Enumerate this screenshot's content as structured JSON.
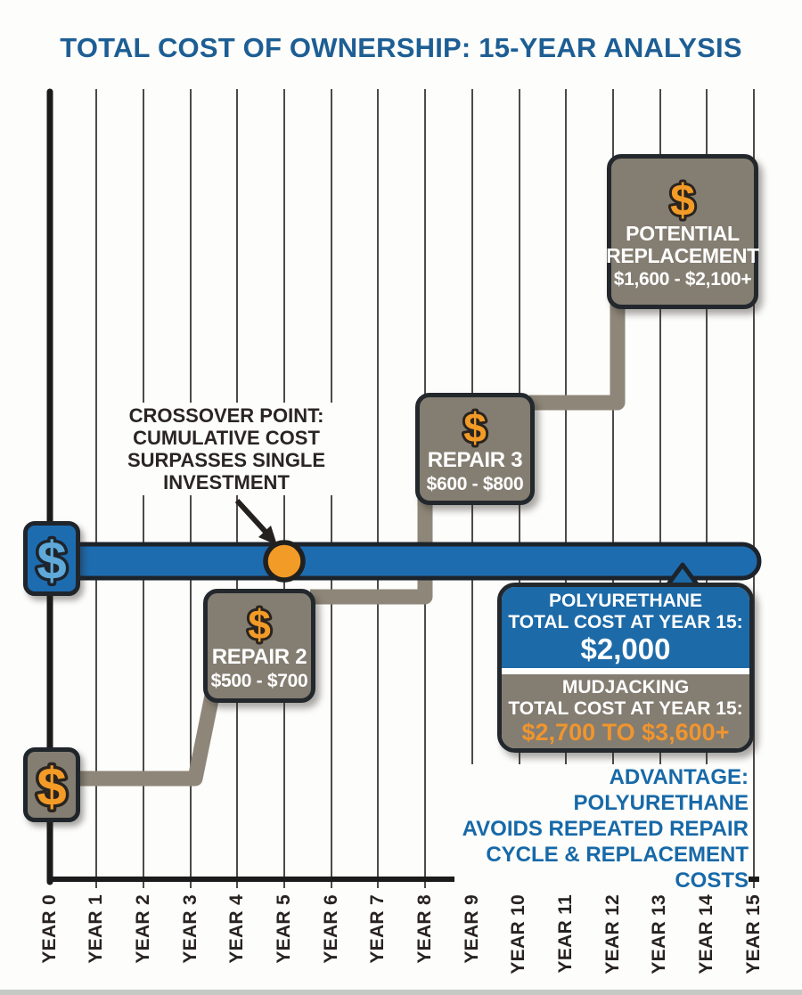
{
  "title": "TOTAL COST OF OWNERSHIP: 15-YEAR ANALYSIS",
  "icons": {
    "dollar": "$"
  },
  "axis": {
    "labels": [
      "YEAR 0",
      "YEAR 1",
      "YEAR 2",
      "YEAR 3",
      "YEAR 4",
      "YEAR 5",
      "YEAR 6",
      "YEAR 7",
      "YEAR 8",
      "YEAR 9",
      "YEAR 10",
      "YEAR 11",
      "YEAR 12",
      "YEAR 13",
      "YEAR 14",
      "YEAR 15"
    ]
  },
  "annotations": {
    "crossover": {
      "line1": "CROSSOVER POINT:",
      "line2": "CUMULATIVE COST",
      "line3": "SURPASSES SINGLE",
      "line4": "INVESTMENT"
    },
    "advantage": {
      "line1": "ADVANTAGE: POLYURETHANE",
      "line2": "AVOIDS REPEATED REPAIR",
      "line3": "CYCLE & REPLACEMENT COSTS"
    }
  },
  "callouts": {
    "repair2": {
      "title": "REPAIR 2",
      "range": "$500 - $700"
    },
    "repair3": {
      "title": "REPAIR 3",
      "range": "$600 - $800"
    },
    "replacement": {
      "title1": "POTENTIAL",
      "title2": "REPLACEMENT",
      "range": "$1,600 - $2,100+"
    }
  },
  "summary": {
    "poly_name": "POLYURETHANE",
    "poly_label": "TOTAL COST AT YEAR 15:",
    "poly_value": "$2,000",
    "mud_name": "MUDJACKING",
    "mud_label": "TOTAL COST AT YEAR 15:",
    "mud_value": "$2,700 TO $3,600+"
  },
  "colors": {
    "title_blue": "#1d5e94",
    "bar_blue": "#1e6cb0",
    "warm_gray": "#847d71",
    "orange": "#f39b27",
    "outline_dark": "#23282d"
  },
  "chart_data": {
    "type": "line",
    "title": "TOTAL COST OF OWNERSHIP: 15-YEAR ANALYSIS",
    "x_categories": [
      "YEAR 0",
      "YEAR 1",
      "YEAR 2",
      "YEAR 3",
      "YEAR 4",
      "YEAR 5",
      "YEAR 6",
      "YEAR 7",
      "YEAR 8",
      "YEAR 9",
      "YEAR 10",
      "YEAR 11",
      "YEAR 12",
      "YEAR 13",
      "YEAR 14",
      "YEAR 15"
    ],
    "x_range": [
      0,
      15
    ],
    "grid": "vertical",
    "series": [
      {
        "name": "POLYURETHANE",
        "color": "#1e6cb0",
        "shape": "constant-single-investment",
        "total_at_year_15": "$2,000"
      },
      {
        "name": "MUDJACKING",
        "color": "#847d71",
        "shape": "step",
        "steps": [
          {
            "year": 0,
            "label": "$",
            "note": "initial repair (dollar icon only)"
          },
          {
            "year": 3,
            "label": "REPAIR 2",
            "cost_range": "$500 - $700"
          },
          {
            "year": 8,
            "label": "REPAIR 3",
            "cost_range": "$600 - $800"
          },
          {
            "year": 12,
            "label": "POTENTIAL REPLACEMENT",
            "cost_range": "$1,600 - $2,100+"
          }
        ],
        "total_at_year_15": "$2,700 TO $3,600+"
      }
    ],
    "crossover": {
      "year": 5,
      "note": "CROSSOVER POINT: CUMULATIVE COST SURPASSES SINGLE INVESTMENT"
    }
  }
}
